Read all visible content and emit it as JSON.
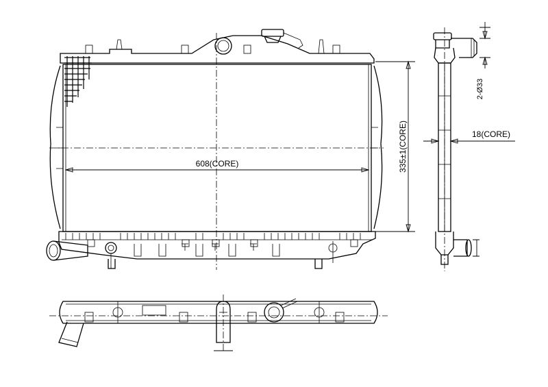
{
  "dimensions": {
    "core_width": "608(CORE)",
    "core_height": "335±1(CORE)",
    "core_thickness": "18(CORE)",
    "pipe_diameter": "2-Ø33"
  },
  "icons": {
    "filler_cap": "radiator-cap-icon",
    "outlet_pipe": "pipe-icon",
    "inlet_pipe": "pipe-icon"
  },
  "colors": {
    "line": "#000000",
    "background": "#ffffff"
  }
}
